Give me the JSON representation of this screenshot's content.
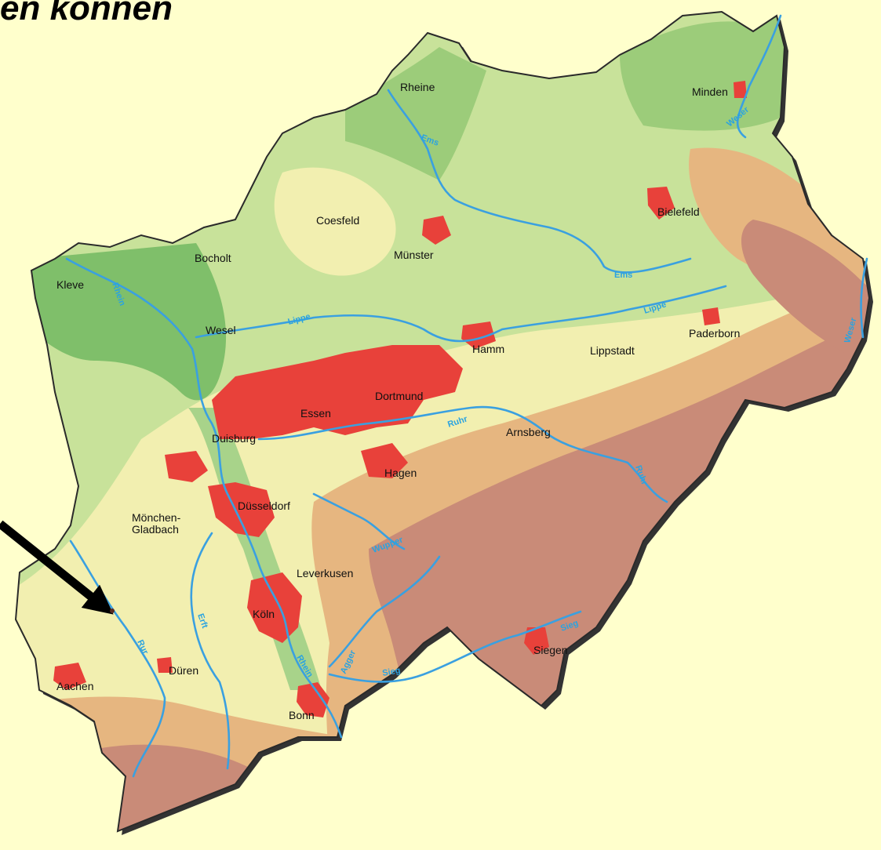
{
  "page": {
    "title_fragment": "en können"
  },
  "map": {
    "cities": [
      {
        "name": "Rheine"
      },
      {
        "name": "Minden"
      },
      {
        "name": "Coesfeld"
      },
      {
        "name": "Bielefeld"
      },
      {
        "name": "Bocholt"
      },
      {
        "name": "Münster"
      },
      {
        "name": "Kleve"
      },
      {
        "name": "Wesel"
      },
      {
        "name": "Paderborn"
      },
      {
        "name": "Hamm"
      },
      {
        "name": "Lippstadt"
      },
      {
        "name": "Dortmund"
      },
      {
        "name": "Essen"
      },
      {
        "name": "Duisburg"
      },
      {
        "name": "Arnsberg"
      },
      {
        "name": "Hagen"
      },
      {
        "name": "Düsseldorf"
      },
      {
        "name": "Mönchen-\nGladbach"
      },
      {
        "name": "Leverkusen"
      },
      {
        "name": "Köln"
      },
      {
        "name": "Siegen"
      },
      {
        "name": "Düren"
      },
      {
        "name": "Aachen"
      },
      {
        "name": "Bonn"
      }
    ],
    "rivers": [
      "Ems",
      "Ems",
      "Lippe",
      "Lippe",
      "Rhein",
      "Rhein",
      "Weser",
      "Weser",
      "Ruhr",
      "Ruhr",
      "Wupper",
      "Erft",
      "Rur",
      "Agger",
      "Sieg",
      "Sieg"
    ],
    "colors": {
      "background": "#ffffcc",
      "lowland_dark": "#7fbf6a",
      "lowland": "#c8e29a",
      "plain": "#f2efb0",
      "hills": "#e6b680",
      "mountains": "#c98b78",
      "urban": "#e8413a",
      "river": "#3aa0e0",
      "pointer_arrow": "#000000"
    }
  }
}
